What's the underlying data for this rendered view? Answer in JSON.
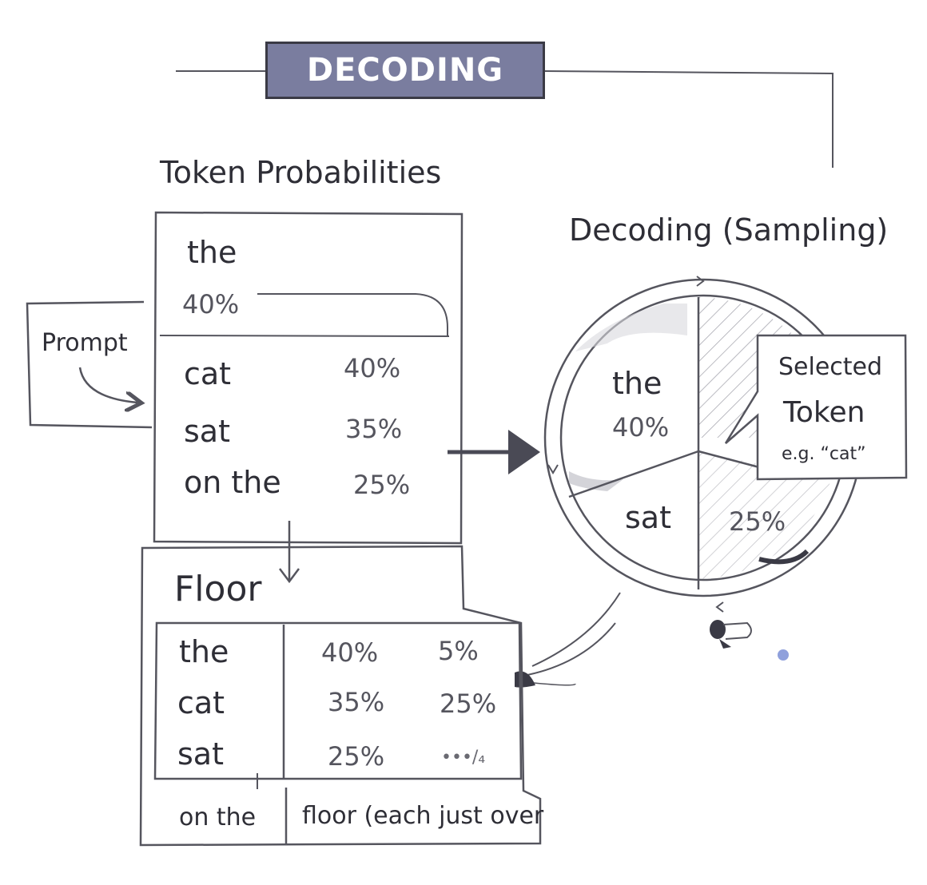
{
  "banner": {
    "title": "DECODING"
  },
  "token_probabilities": {
    "heading": "Token Probabilities",
    "top": {
      "token": "the",
      "pct": "40%"
    },
    "rows": [
      {
        "token": "cat",
        "pct": "40%"
      },
      {
        "token": "sat",
        "pct": "35%"
      },
      {
        "token": "on the",
        "pct": "25%"
      }
    ]
  },
  "prompt": {
    "label": "Prompt"
  },
  "decoding": {
    "heading": "Decoding (Sampling)",
    "wheel": [
      {
        "token": "the",
        "pct": "40%"
      },
      {
        "token": "sat",
        "pct": ""
      },
      {
        "token": "",
        "pct": "25%"
      }
    ],
    "callout": {
      "line1": "Selected",
      "line2": "Token",
      "example": "e.g. “cat”"
    }
  },
  "floor": {
    "heading": "Floor",
    "rows": [
      {
        "token": "the",
        "p1": "40%",
        "p2": "5%"
      },
      {
        "token": "cat",
        "p1": "35%",
        "p2": "25%"
      },
      {
        "token": "sat",
        "p1": "25%",
        "p2": "•••/₄"
      }
    ],
    "footer": {
      "token": "on the",
      "text": "floor (each just over"
    }
  },
  "colors": {
    "banner_bg": "#7a7d9f",
    "ink": "#2e2e36",
    "accent_dot": "#8fa0dc"
  }
}
